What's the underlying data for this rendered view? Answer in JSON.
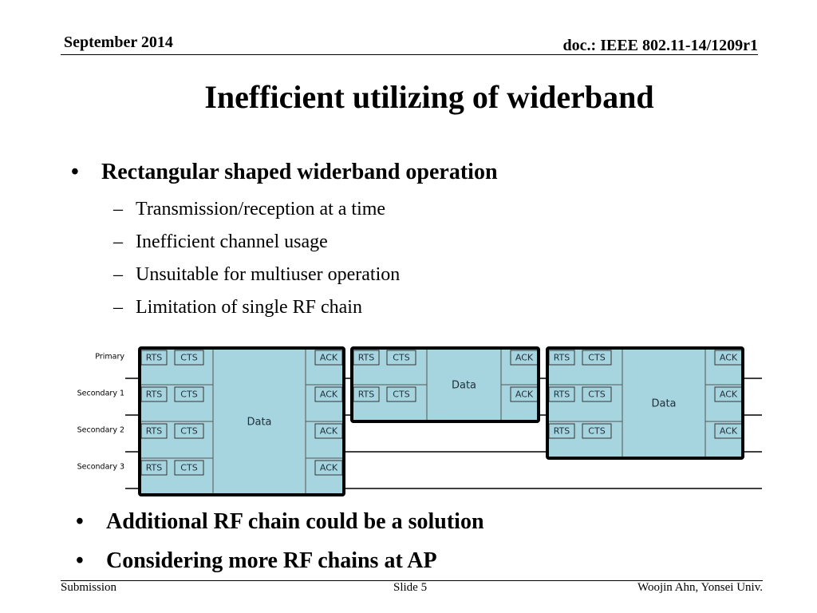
{
  "header": {
    "date": "September 2014",
    "doc": "doc.: IEEE 802.11-14/1209r1"
  },
  "slide": {
    "title": "Inefficient utilizing of widerband",
    "bullet1": "Rectangular shaped widerband operation",
    "subitems": [
      "Transmission/reception at a time",
      "Inefficient channel usage",
      "Unsuitable for multiuser operation",
      "Limitation of single RF chain"
    ],
    "bullet2": "Additional RF chain could be a solution",
    "bullet3": "Considering more RF chains at AP",
    "bullet_symbol": "•",
    "dash_symbol": "–"
  },
  "diagram": {
    "channels": [
      "Primary",
      "Secondary 1",
      "Secondary 2",
      "Secondary 3"
    ],
    "frame_labels": {
      "rts": "RTS",
      "cts": "CTS",
      "data": "Data",
      "ack": "ACK"
    },
    "fill_color": "#a6d5e0",
    "border_color": "#000000"
  },
  "footer": {
    "left": "Submission",
    "center": "Slide 5",
    "right": "Woojin Ahn, Yonsei Univ."
  }
}
